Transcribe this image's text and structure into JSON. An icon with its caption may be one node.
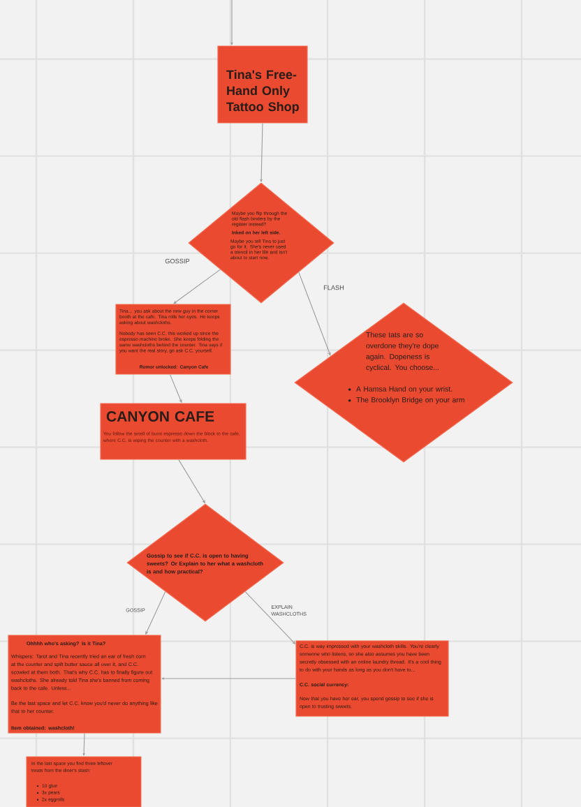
{
  "diagram": {
    "nodes": [
      {
        "text": [
          "Tina's Free-Hand Only Tattoo Shop"
        ]
      },
      {
        "text": [
          "Maybe you flip through the old flash binders by the register instead?",
          "Inked on her left side.",
          "Maybe you tell Tina to just go for it. She's never used a stencil in her life and isn't about to start now."
        ]
      },
      {
        "text": [
          "Tina... you ask about the new guy in the corner booth at the cafe. Tina rolls her eyes. He keeps asking about washcloths.",
          "Nobody has seen C.C. this worked up since the espresso machine broke. She keeps folding the same washcloths behind the counter. Tina says if you want the real story, go ask C.C. yourself.",
          "Rumor unlocked: Canyon Cafe"
        ]
      },
      {
        "text": [
          "These tats are so overdone they're dope again. Dopeness is cyclical. You choose...",
          "A Hamsa Hand on your wrist.",
          "The Brooklyn Bridge on your arm"
        ]
      },
      {
        "text": [
          "CANYON CAFE",
          "You follow the smell of burnt espresso down the block to the cafe, where C.C. is wiping the counter with a washcloth."
        ]
      },
      {
        "text": [
          "Gossip to see if C.C. is open to having sweets? Or Explain to her what a washcloth is and how practical?"
        ]
      },
      {
        "text": [
          "Ohhhh who's asking? Is it Tina?",
          "Whispers: Tarot and Tina recently tried an ear of fresh corn at the counter and spilt butter sauce all over it, and C.C. scowled at them both. That's why C.C. has to finally figure out washcloths. She already told Tina she's banned from coming back to the cafe. Unless...",
          "Be the last space and let C.C. know you'd never do anything like that to her counter.",
          "Item obtained: washcloth!"
        ]
      },
      {
        "text": [
          "C.C. is way impressed with your washcloth skills. You're clearly someone who listens, so she also assumes you have been secretly obsessed with an online laundry thread. It's a cool thing to do with your hands as long as you don't have to...",
          "C.C. social currency:",
          "Now that you have her ear, you spend gossip to see if she is open to trusting sweets."
        ]
      },
      {
        "text": [
          "In the last space you find three leftover treats from the diner's stash:",
          "10 glue",
          "3x pears",
          "2x eggrolls"
        ]
      }
    ],
    "edges": [
      {
        "from": null,
        "to": 0,
        "arrow": "to"
      },
      {
        "from": 0,
        "to": 1,
        "arrow": "to"
      },
      {
        "from": 1,
        "to": 2,
        "arrow": "to",
        "label": "GOSSIP"
      },
      {
        "from": 1,
        "to": 3,
        "arrow": "to",
        "label": "FLASH"
      },
      {
        "from": 2,
        "to": 4,
        "arrow": "to"
      },
      {
        "from": 4,
        "to": 5,
        "arrow": "to"
      },
      {
        "from": 5,
        "to": 6,
        "arrow": "to",
        "label": "GOSSIP"
      },
      {
        "from": 5,
        "to": 7,
        "arrow": "to",
        "label": "EXPLAIN WASHCLOTHS"
      },
      {
        "from": 7,
        "to": 6,
        "arrow": "to"
      },
      {
        "from": 6,
        "to": 8,
        "arrow": "to"
      }
    ]
  }
}
